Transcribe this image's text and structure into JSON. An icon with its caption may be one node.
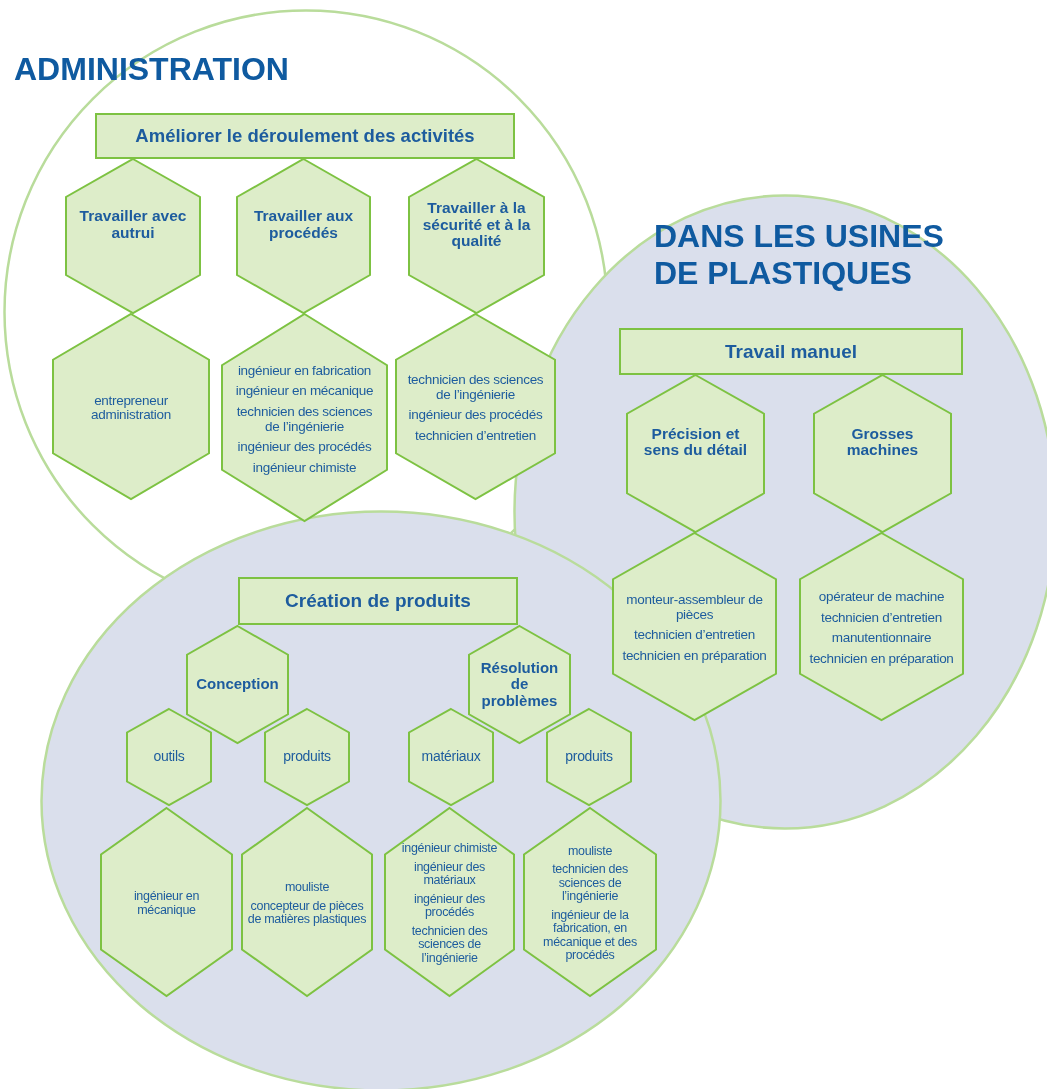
{
  "diagram": {
    "nodes": [
      {
        "text": [
          "ADMINISTRATION"
        ]
      },
      {
        "text": [
          "Améliorer le déroulement des activités"
        ],
        "in": 0
      },
      {
        "text": [
          "Travailler avec autrui"
        ],
        "in": 0
      },
      {
        "text": [
          "Travailler aux procédés"
        ],
        "in": 0
      },
      {
        "text": [
          "Travailler à la sécurité et à la qualité"
        ],
        "in": 0
      },
      {
        "text": [
          "entrepreneur administration"
        ],
        "in": 0
      },
      {
        "text": [
          "ingénieur en fabrication",
          "ingénieur en mécanique",
          "technicien des sciences de l’ingénierie",
          "ingénieur des procédés",
          "ingénieur chimiste"
        ],
        "in": 0
      },
      {
        "text": [
          "technicien des sciences de l’ingénierie",
          "ingénieur des procédés",
          "technicien d’entretien"
        ],
        "in": 0
      },
      {
        "text": [
          "DANS LES USINES DE PLASTIQUES"
        ]
      },
      {
        "text": [
          "Travail manuel"
        ],
        "in": 8
      },
      {
        "text": [
          "Précision et sens du détail"
        ],
        "in": 8
      },
      {
        "text": [
          "Grosses machines"
        ],
        "in": 8
      },
      {
        "text": [
          "monteur-assembleur de pièces",
          "technicien d’entretien",
          "technicien en préparation"
        ],
        "in": 8
      },
      {
        "text": [
          "opérateur de machine",
          "technicien d’entretien",
          "manutentionnaire",
          "technicien en préparation"
        ],
        "in": 8
      },
      {
        "text": [],
        "shape": "circle"
      },
      {
        "text": [
          "Création de produits"
        ],
        "in": 14
      },
      {
        "text": [
          "Conception"
        ],
        "in": 14
      },
      {
        "text": [
          "Résolution de problèmes"
        ],
        "in": 14
      },
      {
        "text": [
          "outils"
        ],
        "in": 14
      },
      {
        "text": [
          "produits"
        ],
        "in": 14
      },
      {
        "text": [
          "matériaux"
        ],
        "in": 14
      },
      {
        "text": [
          "produits"
        ],
        "in": 14
      },
      {
        "text": [
          "ingénieur en mécanique"
        ],
        "in": 14
      },
      {
        "text": [
          "mouliste",
          "concepteur de pièces de matières plastiques"
        ],
        "in": 14
      },
      {
        "text": [
          "ingénieur chimiste",
          "ingénieur des matériaux",
          "ingénieur des procédés",
          "technicien des sciences de l’ingénierie"
        ],
        "in": 14
      },
      {
        "text": [
          "mouliste",
          "technicien des sciences de l’ingénierie",
          "ingénieur de la fabrication, en mécanique et des procédés"
        ],
        "in": 14
      }
    ]
  }
}
